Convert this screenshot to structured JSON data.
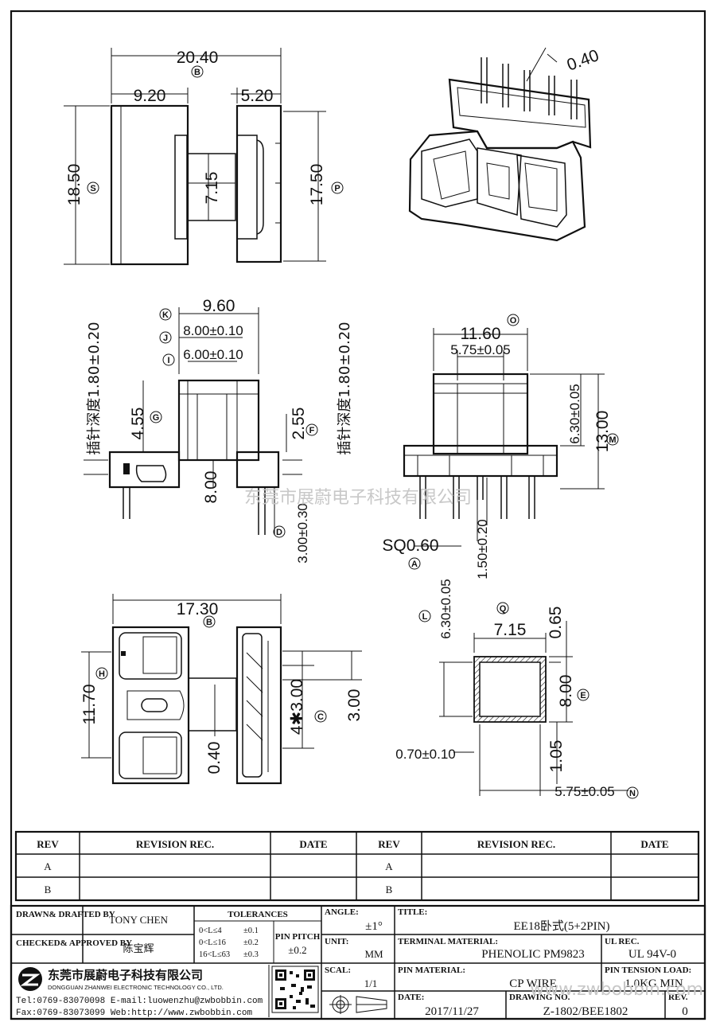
{
  "dims": {
    "top_width": "20.40",
    "top_width_tag": "B",
    "top_left": "9.20",
    "top_right": "5.20",
    "top_height_left": "18.50",
    "top_height_left_tag": "S",
    "top_center": "7.15",
    "top_height_right": "17.50",
    "top_height_right_tag": "P",
    "iso_pin": "0.40",
    "k_dim": "9.60",
    "k_tag": "K",
    "j_dim": "8.00±0.10",
    "j_tag": "J",
    "i_dim": "6.00±0.10",
    "i_tag": "I",
    "pin_depth_left": "插针深度1.80±0.20",
    "pin_depth_right": "插针深度1.80±0.20",
    "g_dim": "4.55",
    "g_tag": "G",
    "f_dim": "2.55",
    "f_tag": "F",
    "side_height": "8.00",
    "d_dim": "3.00±0.30",
    "d_tag": "D",
    "o_dim": "11.60",
    "o_tag": "O",
    "front_inner": "5.75±0.05",
    "front_h1": "6.30±0.05",
    "front_h2": "13.00",
    "m_tag": "M",
    "sq": "SQ0.60",
    "a_tag": "A",
    "pin_len": "1.50±0.20",
    "b2_dim": "17.30",
    "b2_tag": "B",
    "h_dim": "11.70",
    "h_tag": "H",
    "bot_040": "0.40",
    "c_dim": "4✱3.00",
    "c_tag": "C",
    "bot_300": "3.00",
    "l_dim": "6.30±0.05",
    "l_tag": "L",
    "q_dim": "7.15",
    "q_tag": "Q",
    "sec_065": "0.65",
    "sec_800": "8.00",
    "e_tag": "E",
    "sec_070": "0.70±0.10",
    "sec_105": "1.05",
    "n_dim": "5.75±0.05",
    "n_tag": "N"
  },
  "watermark_center": "东莞市展蔚电子科技有限公司",
  "watermark_br": "www.zwbobbin.com",
  "revision": {
    "headers": [
      "REV",
      "REVISION REC.",
      "DATE",
      "REV",
      "REVISION REC.",
      "DATE"
    ],
    "rows": [
      [
        "A",
        "",
        "",
        "A",
        "",
        ""
      ],
      [
        "B",
        "",
        "",
        "B",
        "",
        ""
      ]
    ]
  },
  "title_block": {
    "drawn_label": "DRAWN& DRAFTED BY",
    "drawn_value": "TONY CHEN",
    "checked_label": "CHECKED& APPROVED BY",
    "checked_value": "陈宝辉",
    "tol_header": "TOLERANCES",
    "tol_rows": [
      [
        "0<L≤4",
        "±0.1"
      ],
      [
        "0<L≤16",
        "±0.2"
      ],
      [
        "16<L≤63",
        "±0.3"
      ]
    ],
    "pin_pitch_label": "PIN PITCH",
    "pin_pitch_value": "±0.2",
    "angle_label": "ANGLE:",
    "angle_value": "±1°",
    "unit_label": "UNIT:",
    "unit_value": "MM",
    "scale_label": "SCAL:",
    "scale_value": "1/1",
    "title_label": "TITLE:",
    "title_value": "EE18卧式(5+2PIN)",
    "terminal_label": "TERMINAL MATERIAL:",
    "terminal_value": "PHENOLIC PM9823",
    "ul_label": "UL REC.",
    "ul_value": "UL 94V-0",
    "pin_mat_label": "PIN MATERIAL:",
    "pin_mat_value": "CP WIRE",
    "tension_label": "PIN TENSION LOAD:",
    "tension_value": "1.0KG MIN",
    "date_label": "DATE:",
    "date_value": "2017/11/27",
    "drawing_label": "DRAWING NO.",
    "drawing_value": "Z-1802/BEE1802",
    "rev_label": "REV.",
    "rev_value": "0",
    "company_cn": "东莞市展蔚电子科技有限公司",
    "company_en": "DONGGUAN ZHANWEI ELECTRONIC TECHNOLOGY CO., LTD.",
    "tel": "Tel:0769-83070098 E-mail:luowenzhu@zwbobbin.com",
    "fax": "Fax:0769-83073099   Web:http://www.zwbobbin.com"
  }
}
